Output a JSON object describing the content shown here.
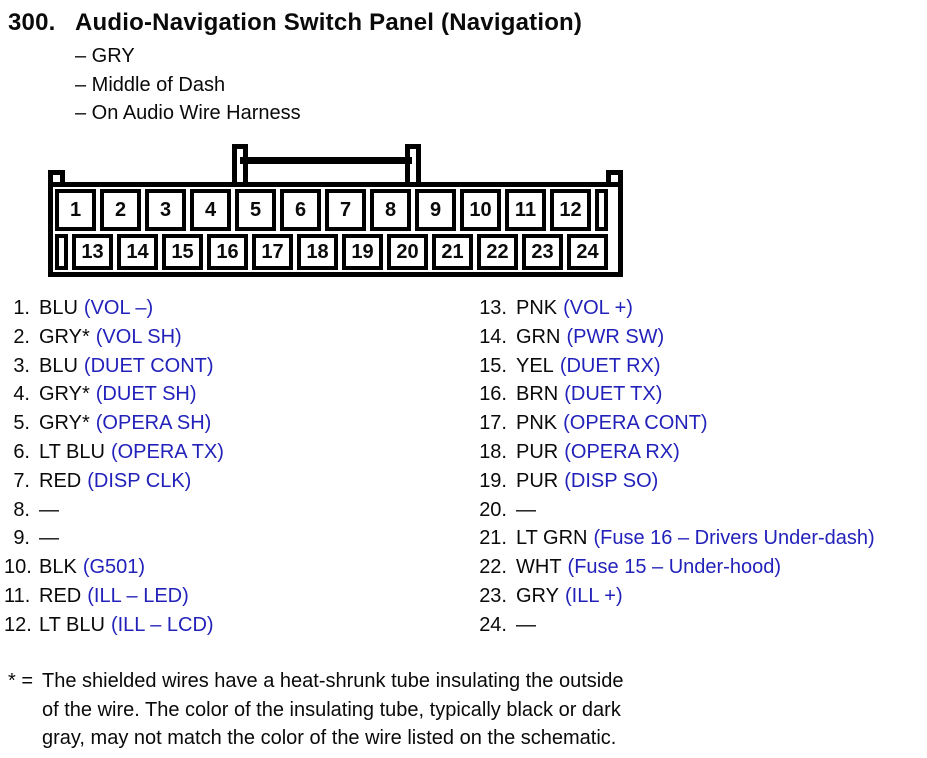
{
  "header": {
    "section_number": "300.",
    "title": "Audio-Navigation Switch Panel (Navigation)",
    "bullets": [
      "– GRY",
      "– Middle of Dash",
      "– On Audio Wire Harness"
    ]
  },
  "connector": {
    "top_row_pins": [
      "1",
      "2",
      "3",
      "4",
      "5",
      "6",
      "7",
      "8",
      "9",
      "10",
      "11",
      "12"
    ],
    "bottom_row_pins": [
      "13",
      "14",
      "15",
      "16",
      "17",
      "18",
      "19",
      "20",
      "21",
      "22",
      "23",
      "24"
    ]
  },
  "pin_list": {
    "left_column": [
      {
        "num": "1.",
        "color": "BLU",
        "function": "(VOL –)"
      },
      {
        "num": "2.",
        "color": "GRY*",
        "function": "(VOL SH)"
      },
      {
        "num": "3.",
        "color": "BLU",
        "function": "(DUET CONT)"
      },
      {
        "num": "4.",
        "color": "GRY*",
        "function": "(DUET SH)"
      },
      {
        "num": "5.",
        "color": "GRY*",
        "function": "(OPERA SH)"
      },
      {
        "num": "6.",
        "color": "LT BLU",
        "function": "(OPERA TX)"
      },
      {
        "num": "7.",
        "color": "RED",
        "function": "(DISP CLK)"
      },
      {
        "num": "8.",
        "color": "—",
        "function": ""
      },
      {
        "num": "9.",
        "color": "—",
        "function": ""
      },
      {
        "num": "10.",
        "color": "BLK",
        "function": "(G501)"
      },
      {
        "num": "11.",
        "color": "RED",
        "function": "(ILL – LED)"
      },
      {
        "num": "12.",
        "color": "LT BLU",
        "function": "(ILL – LCD)"
      }
    ],
    "right_column": [
      {
        "num": "13.",
        "color": "PNK",
        "function": "(VOL +)"
      },
      {
        "num": "14.",
        "color": "GRN",
        "function": "(PWR SW)"
      },
      {
        "num": "15.",
        "color": "YEL",
        "function": "(DUET RX)"
      },
      {
        "num": "16.",
        "color": "BRN",
        "function": "(DUET TX)"
      },
      {
        "num": "17.",
        "color": "PNK",
        "function": "(OPERA CONT)"
      },
      {
        "num": "18.",
        "color": "PUR",
        "function": "(OPERA RX)"
      },
      {
        "num": "19.",
        "color": "PUR",
        "function": "(DISP SO)"
      },
      {
        "num": "20.",
        "color": "—",
        "function": ""
      },
      {
        "num": "21.",
        "color": "LT GRN",
        "function": "(Fuse 16 – Drivers Under-dash)"
      },
      {
        "num": "22.",
        "color": "WHT",
        "function": "(Fuse 15 – Under-hood)"
      },
      {
        "num": "23.",
        "color": "GRY",
        "function": "(ILL +)"
      },
      {
        "num": "24.",
        "color": "—",
        "function": ""
      }
    ]
  },
  "footnote": {
    "marker": "* =",
    "lines": [
      "The shielded wires have a heat-shrunk tube insulating the outside",
      "of the wire. The color of the insulating tube, typically black or dark",
      "gray, may not match the color of the wire listed on the schematic."
    ]
  },
  "colors": {
    "function_text": "#2222bb",
    "body_text": "#0a0a0a",
    "line": "#000000",
    "background": "#ffffff"
  }
}
